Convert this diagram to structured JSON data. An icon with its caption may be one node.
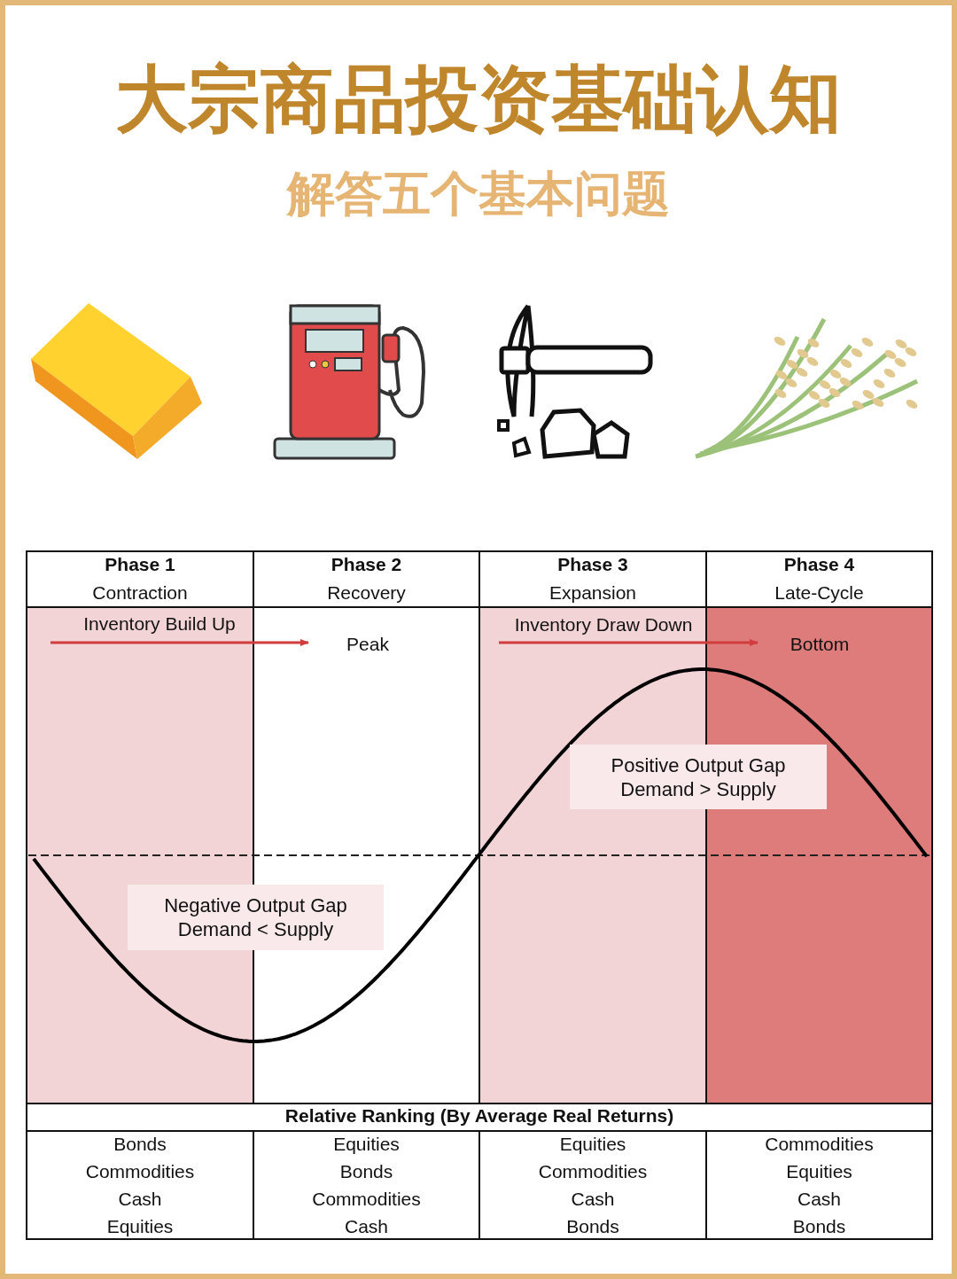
{
  "diagram": {
    "title": "大宗商品投资基础认知",
    "nodes": [
      {
        "text": [
          "Positive Output Gap",
          "Demand > Supply"
        ]
      },
      {
        "text": [
          "Negative Output Gap",
          "Demand < Supply"
        ]
      }
    ],
    "labels": [
      "解答五个基本问题",
      "Phase 1",
      "Contraction",
      "Phase 2",
      "Recovery",
      "Phase 3",
      "Expansion",
      "Phase 4",
      "Late-Cycle",
      "Inventory Build Up",
      "Peak",
      "Inventory Draw Down",
      "Bottom",
      "Relative Ranking (By Average Real Returns)",
      "Bonds",
      "Equities",
      "Equities",
      "Commodities",
      "Commodities",
      "Bonds",
      "Commodities",
      "Equities",
      "Cash",
      "Commodities",
      "Cash",
      "Cash",
      "Equities",
      "Cash",
      "Bonds",
      "Bonds"
    ]
  }
}
